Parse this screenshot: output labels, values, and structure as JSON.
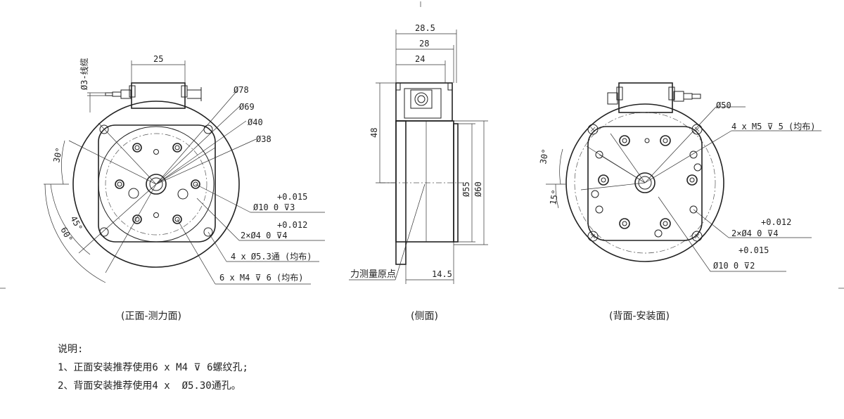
{
  "front_view": {
    "caption": "(正面-测力面)",
    "dims": {
      "top_width": "25",
      "cable": "Ø3-线缆",
      "d78": "Ø78",
      "d69": "Ø69",
      "d40": "Ø40",
      "d38": "Ø38",
      "angle30": "30°",
      "angle45": "45°",
      "angle60": "60°"
    },
    "callouts": {
      "tol1": "+0.015",
      "hole1": "Ø10  0   ⊽3",
      "tol2": "+0.012",
      "hole2": "2×Ø4  0   ⊽4",
      "hole3": "4 x Ø5.3通 (均布)",
      "hole4": "6 x M4 ⊽ 6 (均布)"
    }
  },
  "side_view": {
    "caption": "(侧面)",
    "dims": {
      "w285": "28.5",
      "w28": "28",
      "w24": "24",
      "h48": "48",
      "d55": "Ø55",
      "d60": "Ø60",
      "w145": "14.5",
      "origin": "力测量原点"
    }
  },
  "back_view": {
    "caption": "(背面-安装面)",
    "dims": {
      "d50": "Ø50",
      "m5": "4 x M5 ⊽ 5 (均布)",
      "angle30": "30°",
      "angle15": "15°",
      "tol1": "+0.012",
      "hole1": "2×Ø4  0   ⊽4",
      "tol2": "+0.015",
      "hole2": "Ø10  0   ⊽2"
    }
  },
  "notes": {
    "title": "说明:",
    "line1": "1、正面安装推荐使用6 x M4 ⊽ 6螺纹孔;",
    "line2": "2、背面安装推荐使用4 x  Ø5.30通孔。"
  }
}
